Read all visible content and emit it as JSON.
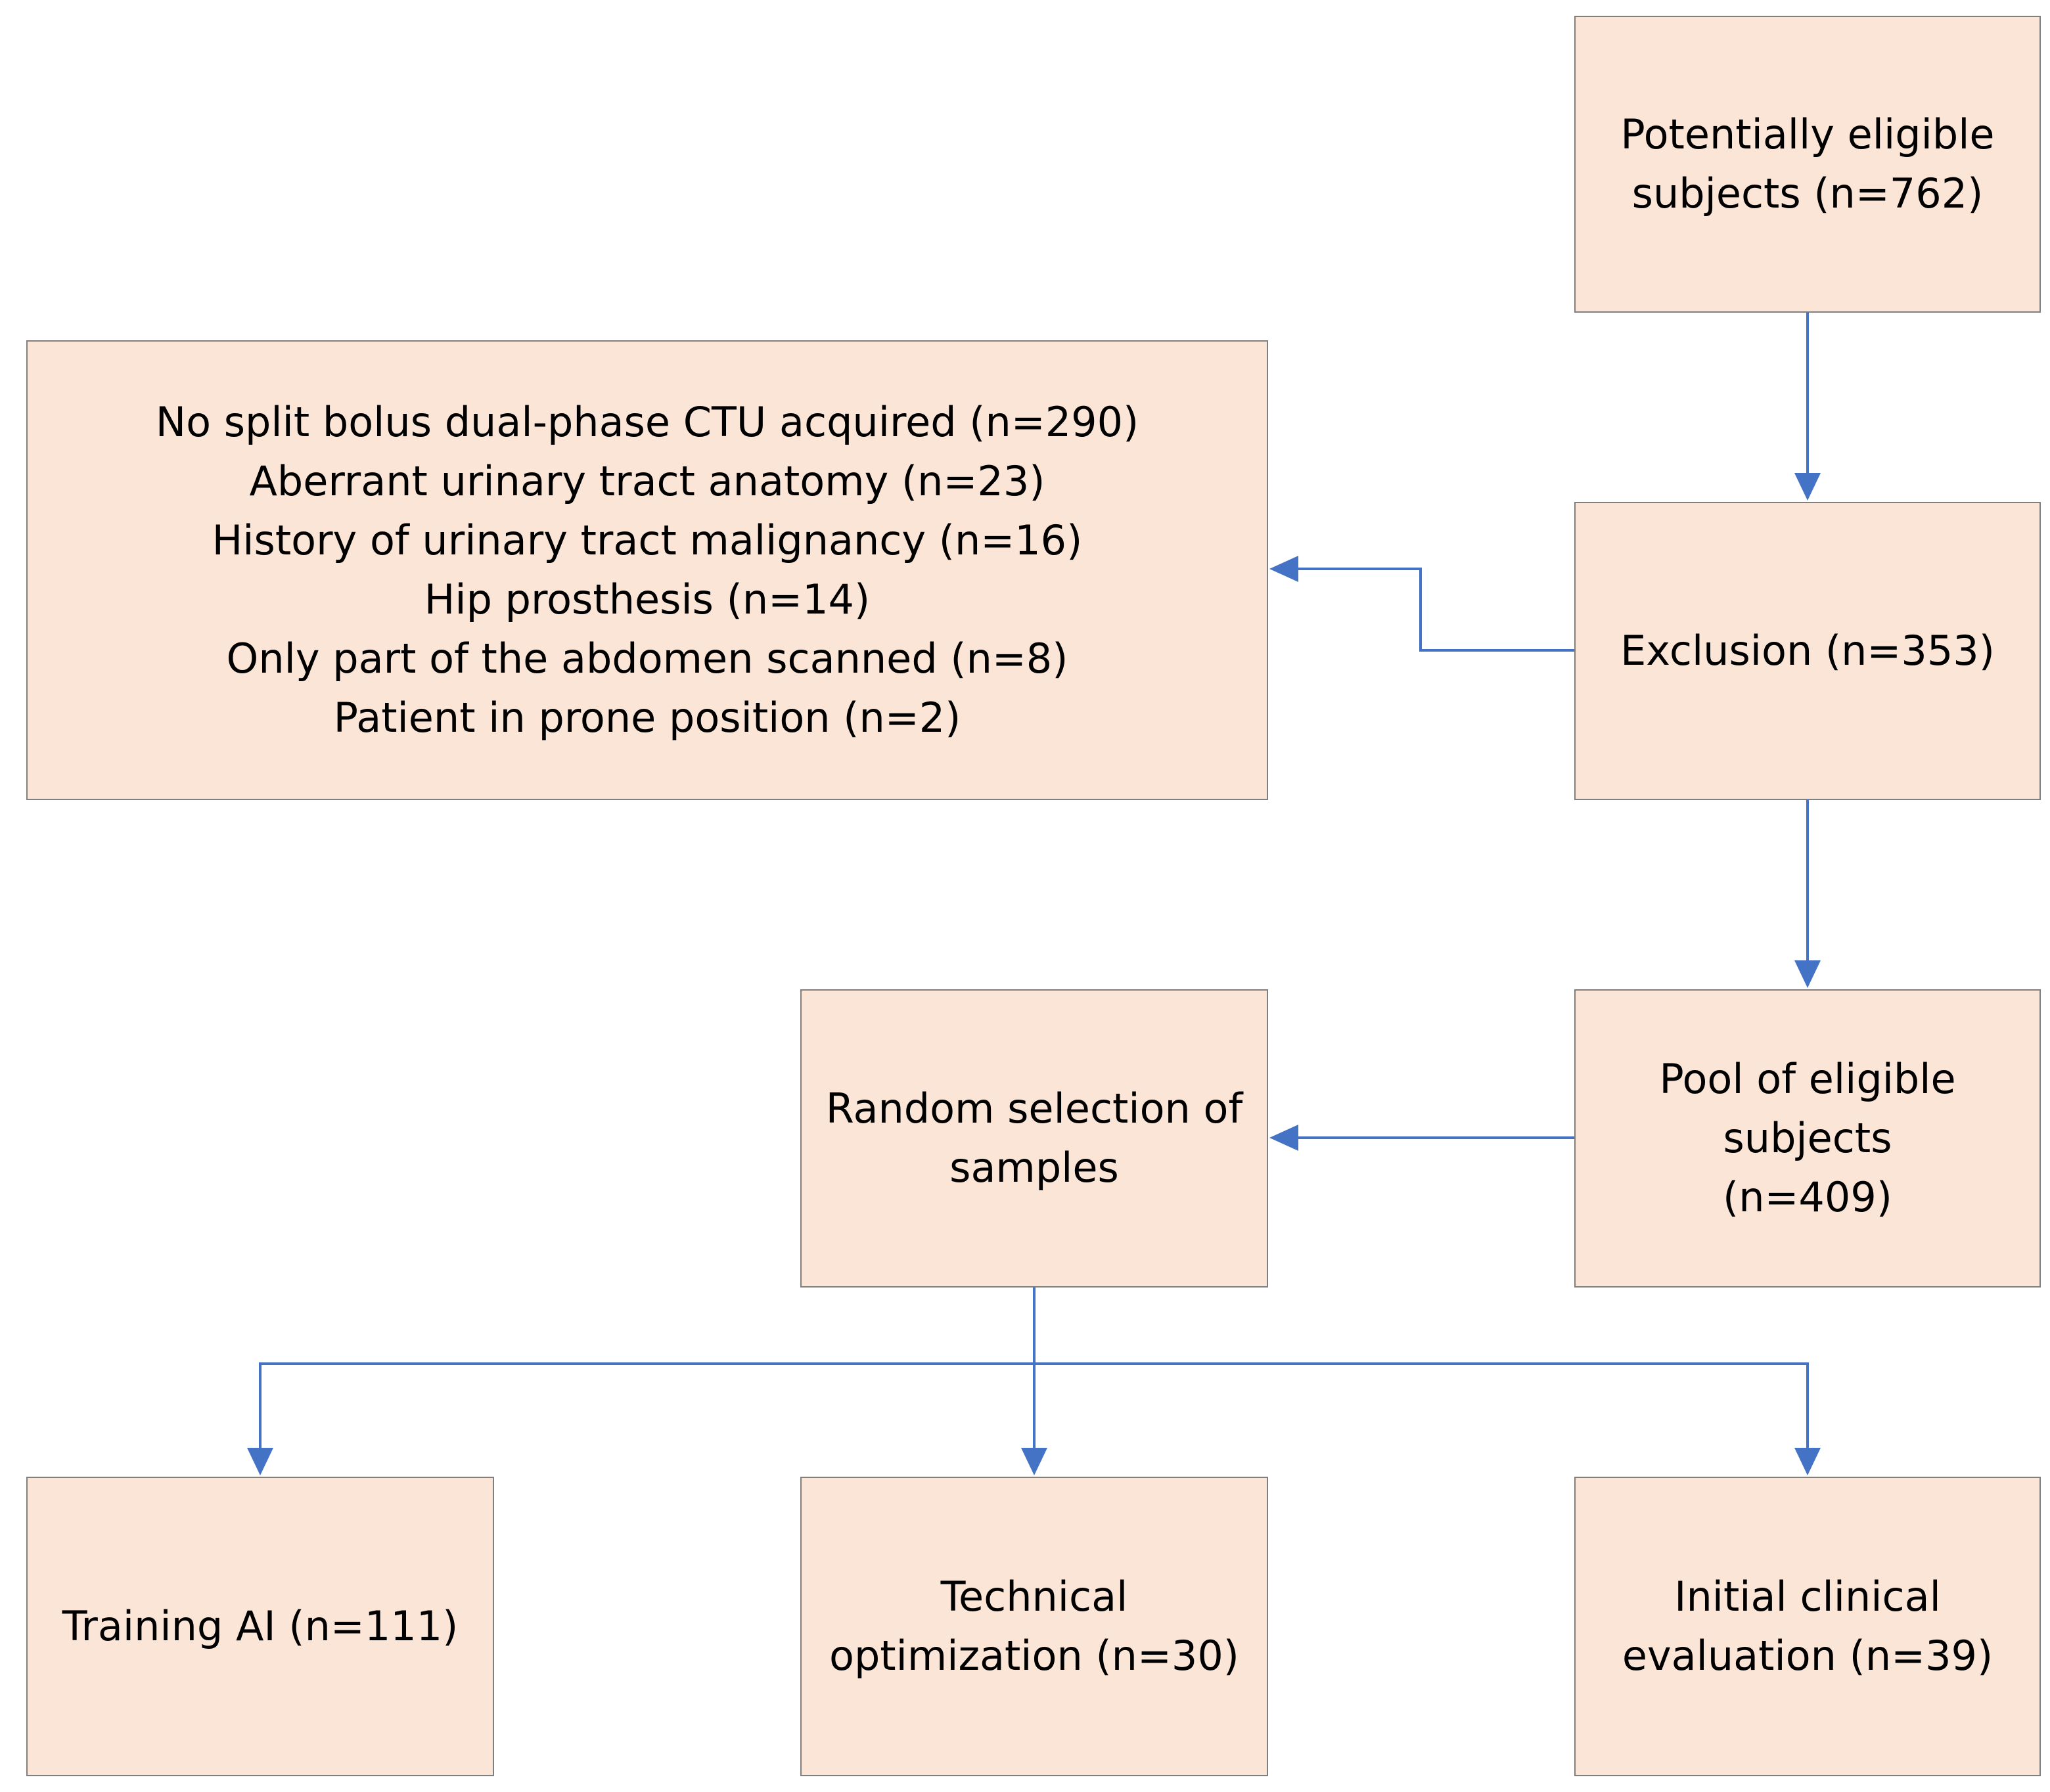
{
  "boxes": {
    "potential": [
      "Potentially eligible",
      "subjects (n=762)"
    ],
    "exclusion": [
      "Exclusion (n=353)"
    ],
    "reasons": [
      "No split bolus dual-phase CTU acquired (n=290)",
      "Aberrant urinary tract anatomy (n=23)",
      "History of urinary tract malignancy (n=16)",
      "Hip prosthesis (n=14)",
      "Only part of the abdomen scanned (n=8)",
      "Patient in prone position (n=2)"
    ],
    "pool": [
      "Pool of eligible",
      "subjects",
      "(n=409)"
    ],
    "random": [
      "Random selection of",
      "samples"
    ],
    "training": [
      "Training AI (n=111)"
    ],
    "technical": [
      "Technical",
      "optimization (n=30)"
    ],
    "initial": [
      "Initial clinical",
      "evaluation (n=39)"
    ]
  },
  "colors": {
    "box_fill": "#fbe5d6",
    "box_border": "#7f7f7f",
    "arrow": "#4472c4"
  }
}
